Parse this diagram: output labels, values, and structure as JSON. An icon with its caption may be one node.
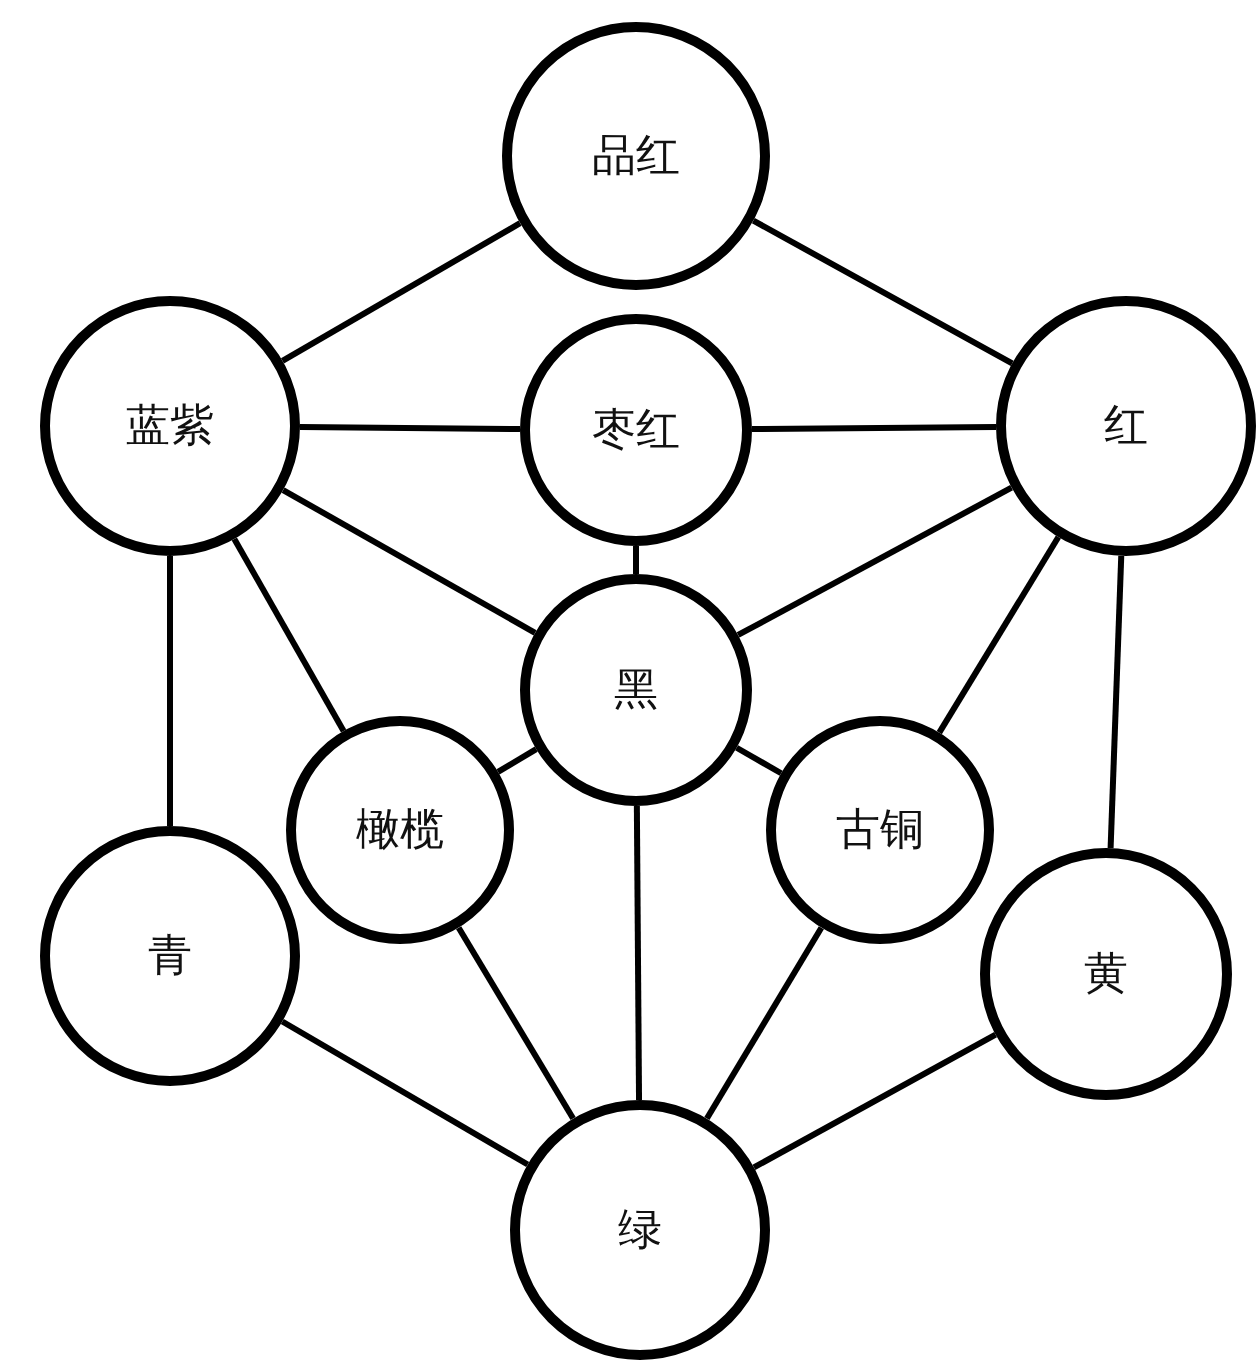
{
  "diagram": {
    "nodes": [
      {
        "text": [
          "品红"
        ]
      },
      {
        "text": [
          "蓝紫"
        ]
      },
      {
        "text": [
          "枣红"
        ]
      },
      {
        "text": [
          "红"
        ]
      },
      {
        "text": [
          "黑"
        ]
      },
      {
        "text": [
          "橄榄"
        ]
      },
      {
        "text": [
          "古铜"
        ]
      },
      {
        "text": [
          "青"
        ]
      },
      {
        "text": [
          "黄"
        ]
      },
      {
        "text": [
          "绿"
        ]
      }
    ],
    "edges": [
      {
        "from": 0,
        "to": 1,
        "arrow": "none"
      },
      {
        "from": 0,
        "to": 3,
        "arrow": "none"
      },
      {
        "from": 1,
        "to": 2,
        "arrow": "none"
      },
      {
        "from": 2,
        "to": 3,
        "arrow": "none"
      },
      {
        "from": 2,
        "to": 4,
        "arrow": "none"
      },
      {
        "from": 1,
        "to": 4,
        "arrow": "none"
      },
      {
        "from": 3,
        "to": 4,
        "arrow": "none"
      },
      {
        "from": 1,
        "to": 5,
        "arrow": "none"
      },
      {
        "from": 3,
        "to": 6,
        "arrow": "none"
      },
      {
        "from": 1,
        "to": 7,
        "arrow": "none"
      },
      {
        "from": 3,
        "to": 8,
        "arrow": "none"
      },
      {
        "from": 4,
        "to": 5,
        "arrow": "none"
      },
      {
        "from": 4,
        "to": 6,
        "arrow": "none"
      },
      {
        "from": 4,
        "to": 9,
        "arrow": "none"
      },
      {
        "from": 5,
        "to": 9,
        "arrow": "none"
      },
      {
        "from": 6,
        "to": 9,
        "arrow": "none"
      },
      {
        "from": 7,
        "to": 9,
        "arrow": "none"
      },
      {
        "from": 8,
        "to": 9,
        "arrow": "none"
      }
    ]
  }
}
